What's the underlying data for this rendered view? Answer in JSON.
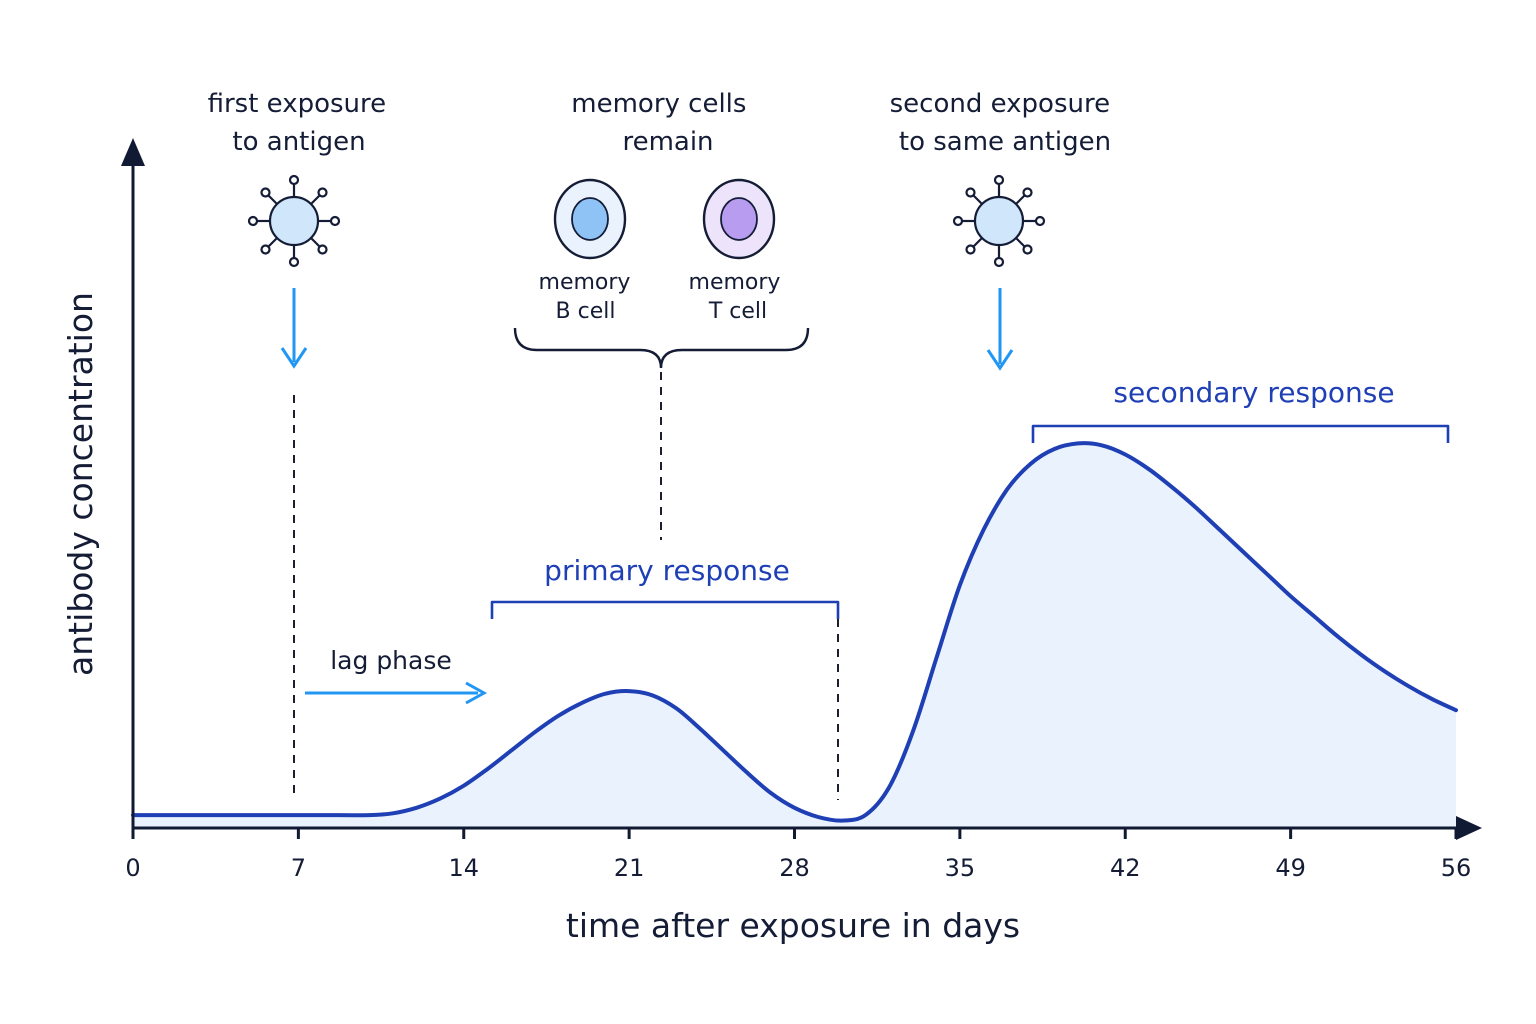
{
  "colors": {
    "axis": "#111a33",
    "text": "#141c36",
    "curve": "#1f3fb5",
    "fill": "#eaf3fd",
    "arrow": "#2196f3",
    "label_blue": "#1f3fb5",
    "dash": "#1b1f2e",
    "antigen_fill": "#cfe6fb",
    "b_cell_outer": "#eaf3fd",
    "b_cell_inner": "#8fc3f5",
    "t_cell_outer": "#ede4fb",
    "t_cell_inner": "#b79cf0"
  },
  "annotations": {
    "first_exposure": [
      "first exposure",
      "to antigen"
    ],
    "memory_cells": [
      "memory cells",
      "remain"
    ],
    "second_exposure": [
      "second exposure",
      "to same antigen"
    ],
    "memory_b": [
      "memory",
      "B cell"
    ],
    "memory_t": [
      "memory",
      "T cell"
    ],
    "lag_phase": "lag phase",
    "primary_response": "primary response",
    "secondary_response": "secondary response"
  },
  "icons": {
    "antigen": "antigen-virus-icon",
    "memory_b": "memory-b-cell-icon",
    "memory_t": "memory-t-cell-icon"
  },
  "chart_data": {
    "type": "area",
    "xlabel": "time after exposure in days",
    "ylabel": "antibody concentration",
    "xlim": [
      0,
      56
    ],
    "ylim": [
      0,
      10
    ],
    "x_ticks": [
      0,
      7,
      14,
      21,
      28,
      35,
      42,
      49,
      56
    ],
    "y_ticks": [],
    "grid": false,
    "series": [
      {
        "values_x": [
          0,
          2,
          4,
          6,
          8,
          10,
          11,
          12,
          13,
          14,
          15,
          16,
          17,
          18,
          19,
          20,
          21,
          22,
          23,
          24,
          25,
          26,
          27,
          28,
          29,
          30,
          31,
          32,
          33,
          34,
          35,
          36,
          37,
          38,
          39,
          40,
          41,
          42,
          43,
          44,
          45,
          46,
          47,
          48,
          49,
          50,
          51,
          52,
          53,
          54,
          55,
          56
        ],
        "values_y": [
          0.35,
          0.35,
          0.35,
          0.35,
          0.35,
          0.35,
          0.4,
          0.55,
          0.8,
          1.15,
          1.6,
          2.1,
          2.6,
          3.05,
          3.4,
          3.65,
          3.72,
          3.6,
          3.25,
          2.7,
          2.1,
          1.5,
          0.95,
          0.55,
          0.3,
          0.2,
          0.35,
          1.1,
          2.6,
          4.6,
          6.6,
          8.1,
          9.2,
          9.9,
          10.3,
          10.45,
          10.4,
          10.15,
          9.75,
          9.25,
          8.7,
          8.1,
          7.5,
          6.9,
          6.3,
          5.75,
          5.2,
          4.7,
          4.25,
          3.85,
          3.5,
          3.2
        ]
      }
    ],
    "events": [
      {
        "label": "first exposure to antigen",
        "x": 7
      },
      {
        "label": "second exposure to same antigen",
        "x": 37
      }
    ],
    "phases": [
      {
        "label": "lag phase",
        "from": 7,
        "to": 15
      },
      {
        "label": "primary response",
        "from": 16,
        "to": 31
      },
      {
        "label": "secondary response",
        "from": 38,
        "to": 56
      }
    ]
  }
}
